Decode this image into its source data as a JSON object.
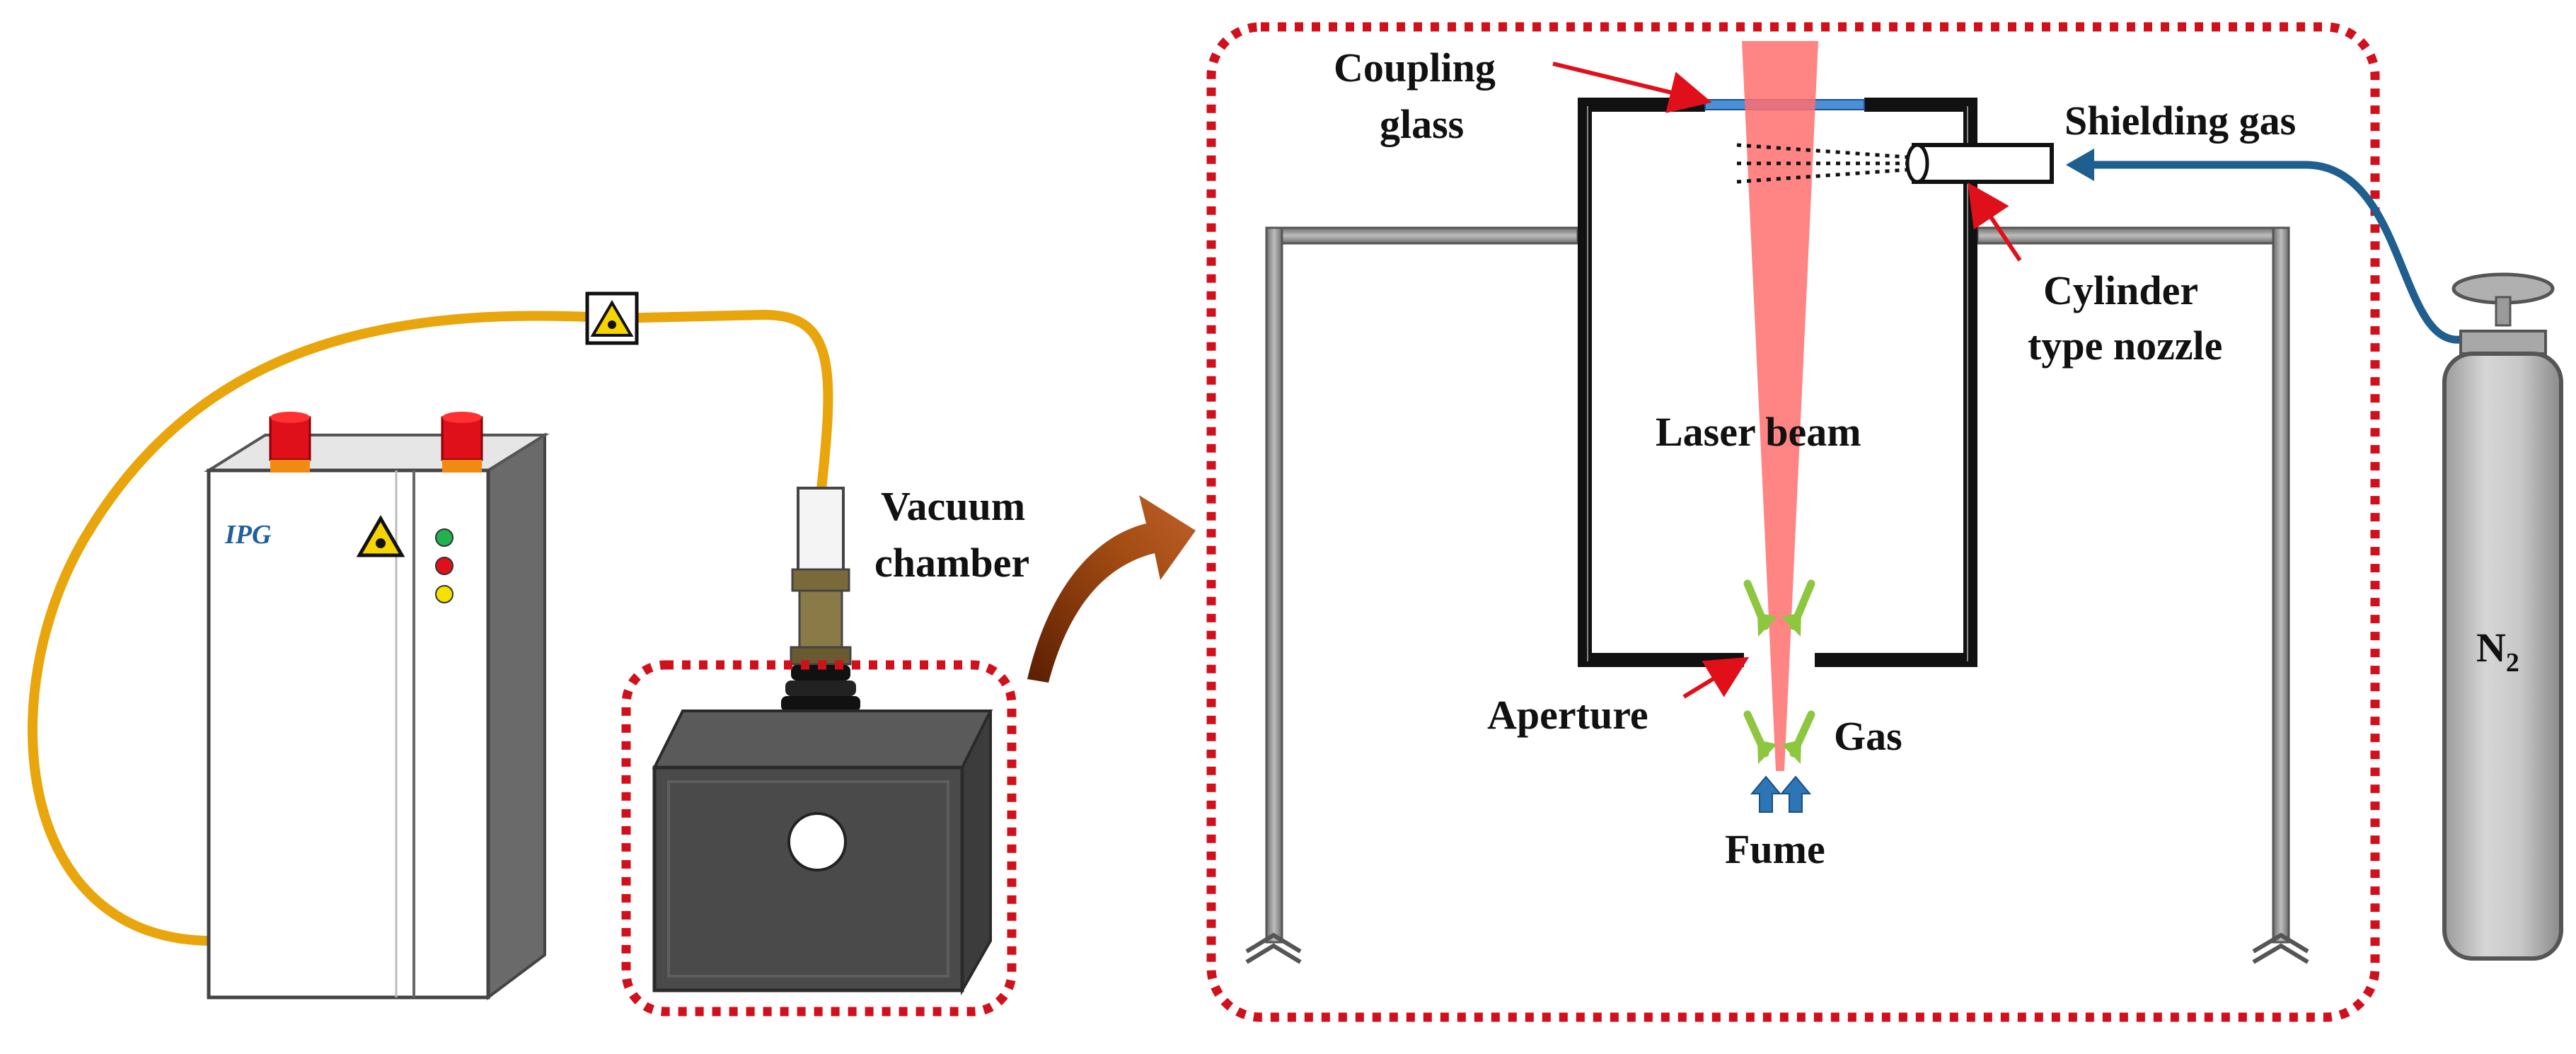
{
  "labels": {
    "coupling_glass_1": "Coupling",
    "coupling_glass_2": "glass",
    "shielding_gas": "Shielding gas",
    "cylinder_nozzle_1": "Cylinder",
    "cylinder_nozzle_2": "type nozzle",
    "laser_beam": "Laser beam",
    "aperture": "Aperture",
    "gas": "Gas",
    "fume": "Fume",
    "vacuum_chamber_1": "Vacuum",
    "vacuum_chamber_2": "chamber",
    "n2_main": "N",
    "n2_sub": "2",
    "brand": "IPG"
  },
  "colors": {
    "fiber": "#E8A50C",
    "dashed_box": "#D0101A",
    "laser": "#FF6E6E",
    "gas_pipe": "#1F5F8F",
    "gas_arrow_green": "#8DC63F",
    "fume_arrow_blue": "#2E75B6",
    "frame_gray": "#8A8A8A",
    "chamber_dark": "#3F3F3F",
    "cylinder_gray": "#BEBEBE",
    "curved_arrow": "#8B3A0A",
    "coupling_glass": "#4A90D9",
    "lamp_red": "#E0101A",
    "lamp_orange": "#F08A10",
    "brand_blue": "#1F5F9F"
  },
  "icons": [
    "laser-hazard-icon"
  ]
}
